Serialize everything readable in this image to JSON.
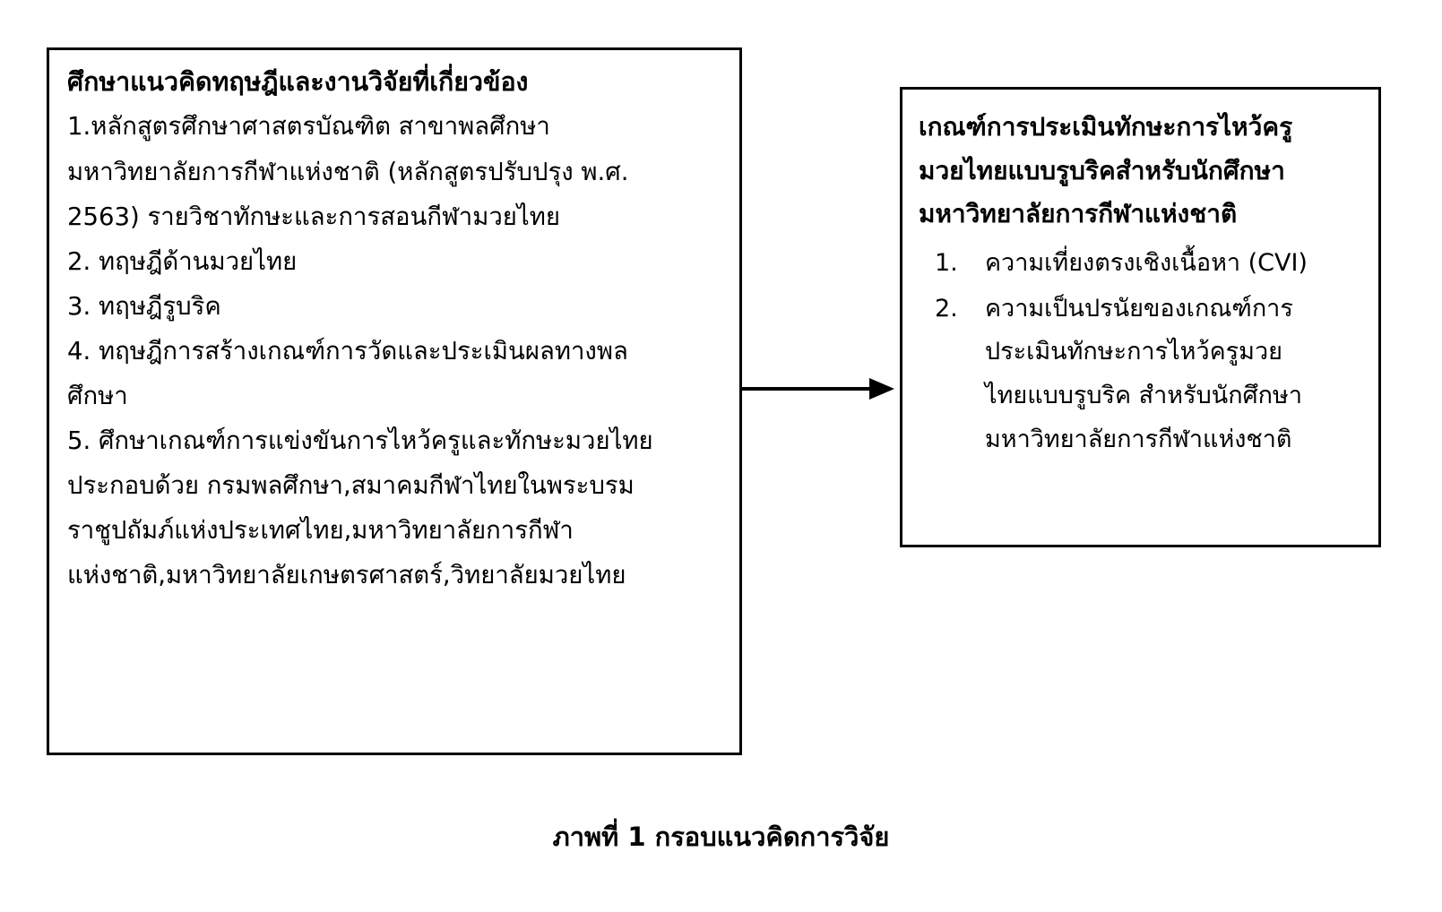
{
  "figure": {
    "type": "flowchart",
    "orientation": "left-to-right",
    "caption": "ภาพที่ 1 กรอบแนวคิดการวิจัย",
    "colors": {
      "border": "#000000",
      "background": "#ffffff",
      "text": "#000000",
      "arrow": "#000000"
    }
  },
  "left_box": {
    "heading": "ศึกษาแนวคิดทฤษฎีและงานวิจัยที่เกี่ยวข้อง",
    "lines": [
      "1.หลักสูตรศึกษาศาสตรบัณฑิต สาขาพลศึกษา",
      "มหาวิทยาลัยการกีฬาแห่งชาติ (หลักสูตรปรับปรุง พ.ศ.",
      "2563) รายวิชาทักษะและการสอนกีฬามวยไทย",
      "2. ทฤษฎีด้านมวยไทย",
      "3. ทฤษฎีรูบริค",
      "4. ทฤษฎีการสร้างเกณฑ์การวัดและประเมินผลทางพล",
      "ศึกษา",
      "5. ศึกษาเกณฑ์การแข่งขันการไหว้ครูและทักษะมวยไทย",
      "ประกอบด้วย กรมพลศึกษา,สมาคมกีฬาไทยในพระบรม",
      "ราชูปถัมภ์แห่งประเทศไทย,มหาวิทยาลัยการกีฬา",
      "แห่งชาติ,มหาวิทยาลัยเกษตรศาสตร์,วิทยาลัยมวยไทย"
    ]
  },
  "right_box": {
    "heading_lines": [
      "เกณฑ์การประเมินทักษะการไหว้ครู",
      "มวยไทยแบบรูบริคสำหรับนักศึกษา",
      "มหาวิทยาลัยการกีฬาแห่งชาติ"
    ],
    "items": [
      {
        "marker": "1.",
        "lines": [
          "ความเที่ยงตรงเชิงเนื้อหา (CVI)"
        ]
      },
      {
        "marker": "2.",
        "lines": [
          "ความเป็นปรนัยของเกณฑ์การ",
          "ประเมินทักษะการไหว้ครูมวย",
          "ไทยแบบรูบริค สำหรับนักศึกษา",
          "มหาวิทยาลัยการกีฬาแห่งชาติ"
        ]
      }
    ]
  },
  "connector": {
    "name": "arrow-left-to-right",
    "from": "left_box",
    "to": "right_box",
    "style": "solid-line-with-filled-triangle-head"
  }
}
